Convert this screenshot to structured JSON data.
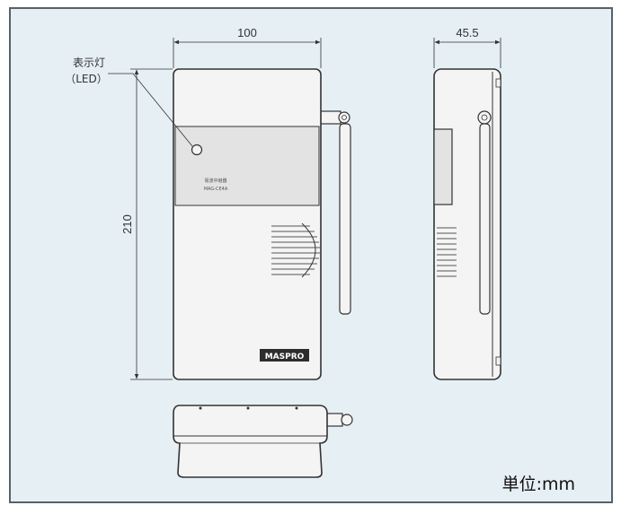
{
  "dimensions": {
    "width": "100",
    "depth": "45.5",
    "height": "210"
  },
  "callout": {
    "label": "表示灯",
    "sublabel": "（LED）"
  },
  "front_panel": {
    "line1": "電波中継器",
    "line2": "MAG-CE4A"
  },
  "brand_logo": "MASPRO",
  "unit_label": "単位:mm",
  "colors": {
    "background": "#e6eff4",
    "device_fill": "#f4f4f4",
    "panel_shade": "#e3e3e3",
    "outline": "#333333",
    "frame_border": "#58616a"
  }
}
